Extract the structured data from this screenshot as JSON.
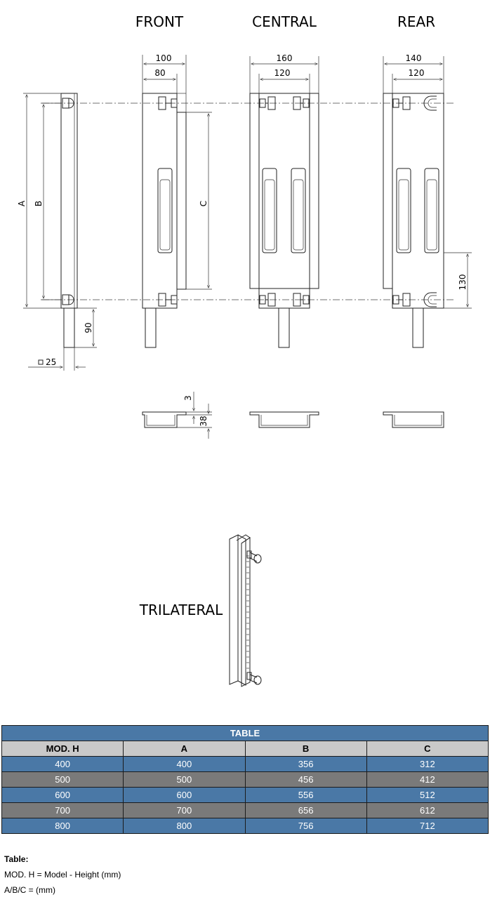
{
  "views": {
    "front": "FRONT",
    "central": "CENTRAL",
    "rear": "REAR",
    "trilateral": "TRILATERAL"
  },
  "dimensions": {
    "front_outer": "100",
    "front_inner": "80",
    "central_outer": "160",
    "central_inner": "120",
    "rear_outer": "140",
    "rear_inner": "120",
    "label_a": "A",
    "label_b": "B",
    "label_c": "C",
    "foot_height": "90",
    "post_square": "25",
    "rear_offset": "130",
    "plate_thickness": "3",
    "profile_depth": "38"
  },
  "table": {
    "title": "TABLE",
    "headers": [
      "MOD. H",
      "A",
      "B",
      "C"
    ],
    "rows": [
      [
        "400",
        "400",
        "356",
        "312"
      ],
      [
        "500",
        "500",
        "456",
        "412"
      ],
      [
        "600",
        "600",
        "556",
        "512"
      ],
      [
        "700",
        "700",
        "656",
        "612"
      ],
      [
        "800",
        "800",
        "756",
        "712"
      ]
    ]
  },
  "legend": {
    "heading": "Table:",
    "line1": "MOD. H = Model - Height (mm)",
    "line2": "A/B/C = (mm)"
  },
  "colors": {
    "blue_row": "#4a78a6",
    "grey_row": "#7a7a7a",
    "header": "#c9c9c9"
  }
}
